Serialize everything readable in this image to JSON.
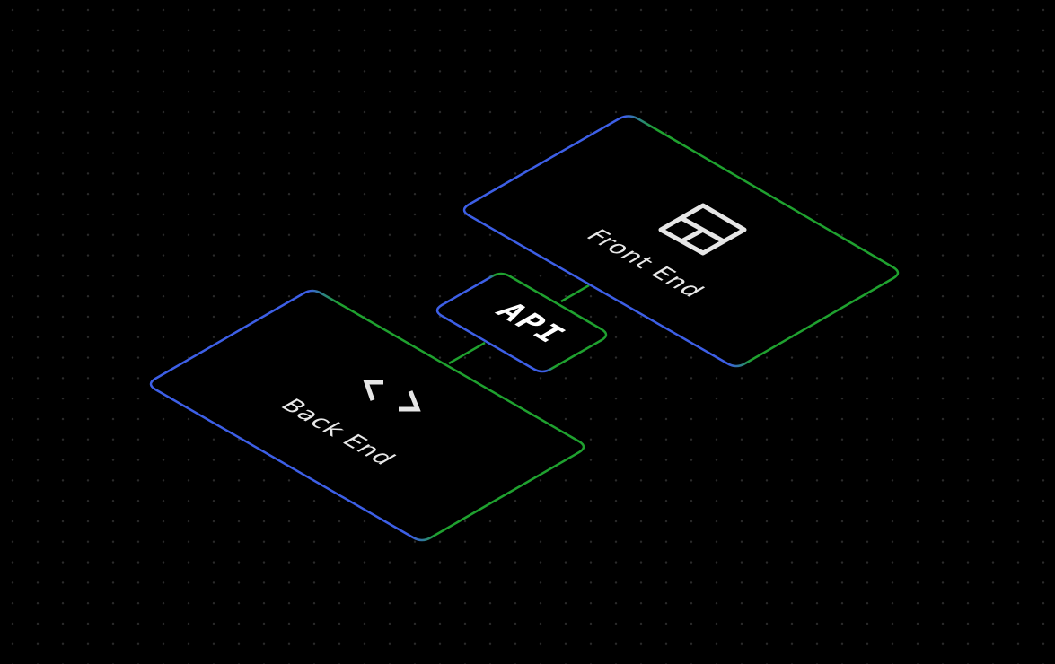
{
  "diagram": {
    "nodes": {
      "front_end": {
        "label": "Front End",
        "icon": "layout-icon"
      },
      "back_end": {
        "label": "Back End",
        "icon": "code-brackets-icon"
      },
      "api": {
        "label": "API"
      }
    },
    "edges": [
      {
        "from": "back_end",
        "to": "api"
      },
      {
        "from": "api",
        "to": "front_end"
      }
    ]
  },
  "colors": {
    "background": "#000000",
    "grid_dot": "#2a2a2a",
    "edge_green": "#1fa12f",
    "edge_blue": "#3d5fe6",
    "icon": "#e6e6e6",
    "text": "#e8e8e8"
  }
}
